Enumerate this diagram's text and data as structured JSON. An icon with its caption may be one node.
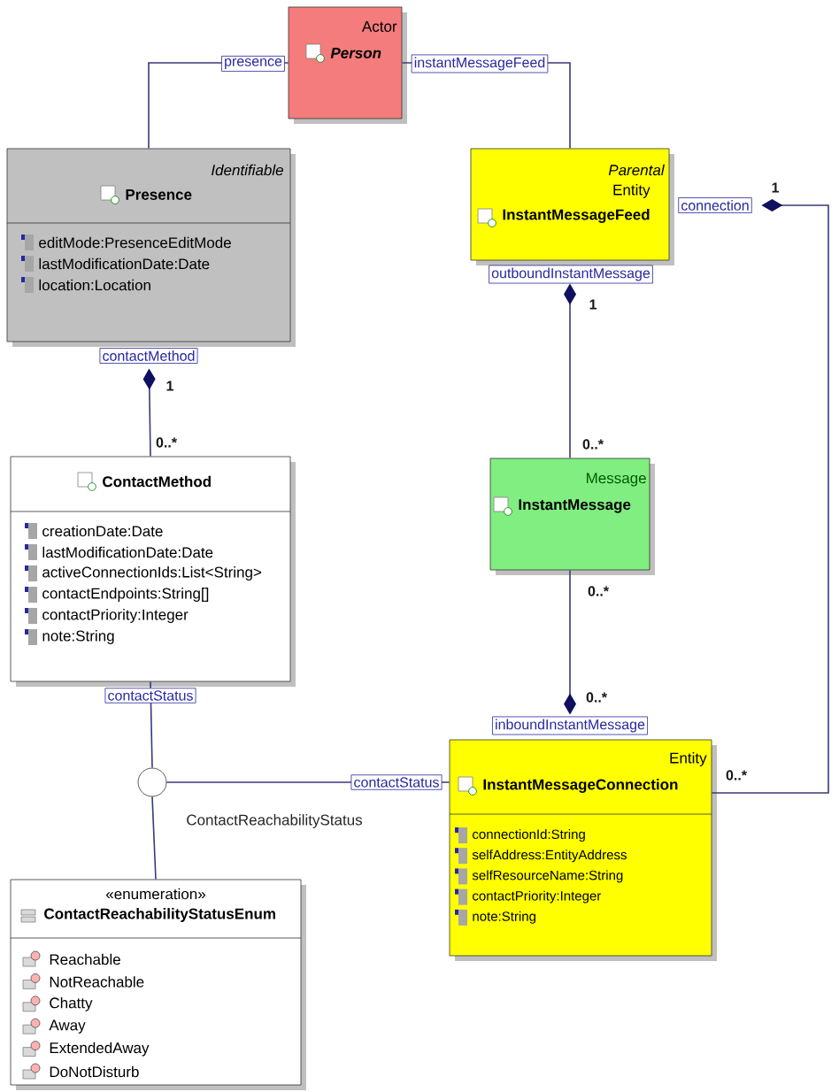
{
  "diagram": {
    "nodes": [
      {
        "text": [
          "Actor",
          "Person"
        ]
      },
      {
        "text": [
          "Identifiable",
          "Presence",
          "editMode:PresenceEditMode",
          "lastModificationDate:Date",
          "location:Location"
        ]
      },
      {
        "text": [
          "Parental",
          "Entity",
          "InstantMessageFeed"
        ]
      },
      {
        "text": [
          "ContactMethod",
          "creationDate:Date",
          "lastModificationDate:Date",
          "activeConnectionIds:List<String>",
          "contactEndpoints:String[]",
          "contactPriority:Integer",
          "note:String"
        ]
      },
      {
        "text": [
          "Message",
          "InstantMessage"
        ]
      },
      {
        "text": [],
        "shape": "circle",
        "beside": [
          "ContactReachabilityStatus"
        ]
      },
      {
        "text": [
          "Entity",
          "InstantMessageConnection",
          "connectionId:String",
          "selfAddress:EntityAddress",
          "selfResourceName:String",
          "contactPriority:Integer",
          "note:String"
        ]
      },
      {
        "text": [
          "«enumeration»",
          "ContactReachabilityStatusEnum",
          "Reachable",
          "NotReachable",
          "Chatty",
          "Away",
          "ExtendedAway",
          "DoNotDisturb"
        ]
      }
    ],
    "edges": [
      {
        "from": 0,
        "to": 1,
        "arrow": "none",
        "label": "presence"
      },
      {
        "from": 0,
        "to": 2,
        "arrow": "none",
        "label": "instantMessageFeed"
      },
      {
        "from": 1,
        "to": 3,
        "arrow": "other",
        "label": "contactMethod"
      },
      {
        "from": 2,
        "to": 4,
        "arrow": "other",
        "label": "outboundInstantMessage"
      },
      {
        "from": 6,
        "to": 4,
        "arrow": "other",
        "label": "inboundInstantMessage"
      },
      {
        "from": 2,
        "to": 6,
        "arrow": "other",
        "label": "connection"
      },
      {
        "from": 3,
        "to": 5,
        "arrow": "none",
        "label": "contactStatus"
      },
      {
        "from": 6,
        "to": 5,
        "arrow": "none",
        "label": "contactStatus"
      },
      {
        "from": 5,
        "to": 7,
        "arrow": "none"
      }
    ],
    "labels": [
      "1",
      "1",
      "0..*",
      "0..*",
      "0..*",
      "0..*",
      "1",
      "0..*"
    ]
  }
}
